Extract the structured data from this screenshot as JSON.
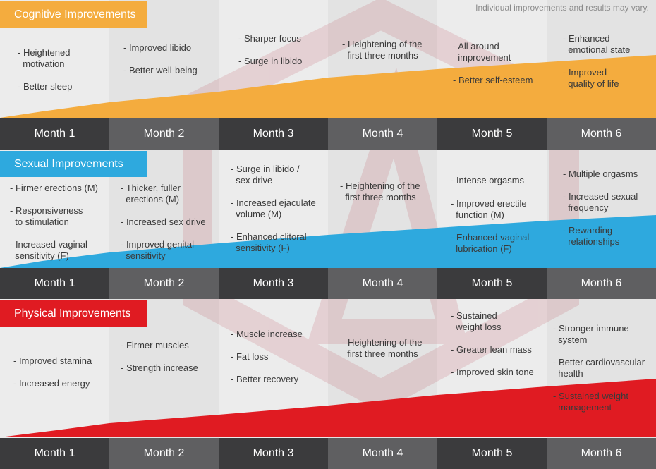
{
  "note": "Individual improvements and results may vary.",
  "colors": {
    "cognitive": "#f4ac3e",
    "sexual": "#2ea9de",
    "physical": "#e01b22",
    "bar_dark": "#3b3b3d",
    "bar_light": "#5f5f61"
  },
  "sections": [
    {
      "title": "Cognitive Improvements",
      "months": [
        "Month 1",
        "Month 2",
        "Month 3",
        "Month 4",
        "Month 5",
        "Month 6"
      ],
      "columns": [
        [
          "- Heightened\n  motivation",
          "- Better sleep"
        ],
        [
          "- Improved libido",
          "- Better well-being"
        ],
        [
          "- Sharper focus",
          "- Surge in libido"
        ],
        [
          "- Heightening of the\n  first three months"
        ],
        [
          "- All around\n  improvement",
          "- Better self-esteem"
        ],
        [
          "- Enhanced\n  emotional state",
          "- Improved\n  quality of life"
        ]
      ]
    },
    {
      "title": "Sexual Improvements",
      "months": [
        "Month 1",
        "Month 2",
        "Month 3",
        "Month 4",
        "Month 5",
        "Month 6"
      ],
      "columns": [
        [
          "- Firmer erections (M)",
          "- Responsiveness\n  to stimulation",
          "- Increased vaginal\n  sensitivity (F)"
        ],
        [
          "- Thicker, fuller\n  erections (M)",
          "- Increased sex drive",
          "- Improved genital\n  sensitivity"
        ],
        [
          "- Surge in libido /\n  sex drive",
          "- Increased ejaculate\n  volume (M)",
          "- Enhanced clitoral\n  sensitivity (F)"
        ],
        [
          "- Heightening of the\n  first three months"
        ],
        [
          "- Intense orgasms",
          "- Improved erectile\n  function (M)",
          "- Enhanced vaginal\n  lubrication (F)"
        ],
        [
          "- Multiple orgasms",
          "- Increased sexual\n  frequency",
          "- Rewarding\n  relationships"
        ]
      ]
    },
    {
      "title": "Physical Improvements",
      "months": [
        "Month 1",
        "Month 2",
        "Month 3",
        "Month 4",
        "Month 5",
        "Month 6"
      ],
      "columns": [
        [
          "- Improved stamina",
          "- Increased energy"
        ],
        [
          "- Firmer muscles",
          "- Strength increase"
        ],
        [
          "- Muscle increase",
          "- Fat loss",
          "- Better recovery"
        ],
        [
          "- Heightening of the\n  first three months"
        ],
        [
          "- Sustained\n  weight loss",
          "- Greater lean mass",
          "- Improved skin tone"
        ],
        [
          "- Stronger immune\n  system",
          "- Better cardiovascular\n  health",
          "- Sustained weight\n  management"
        ]
      ]
    }
  ]
}
